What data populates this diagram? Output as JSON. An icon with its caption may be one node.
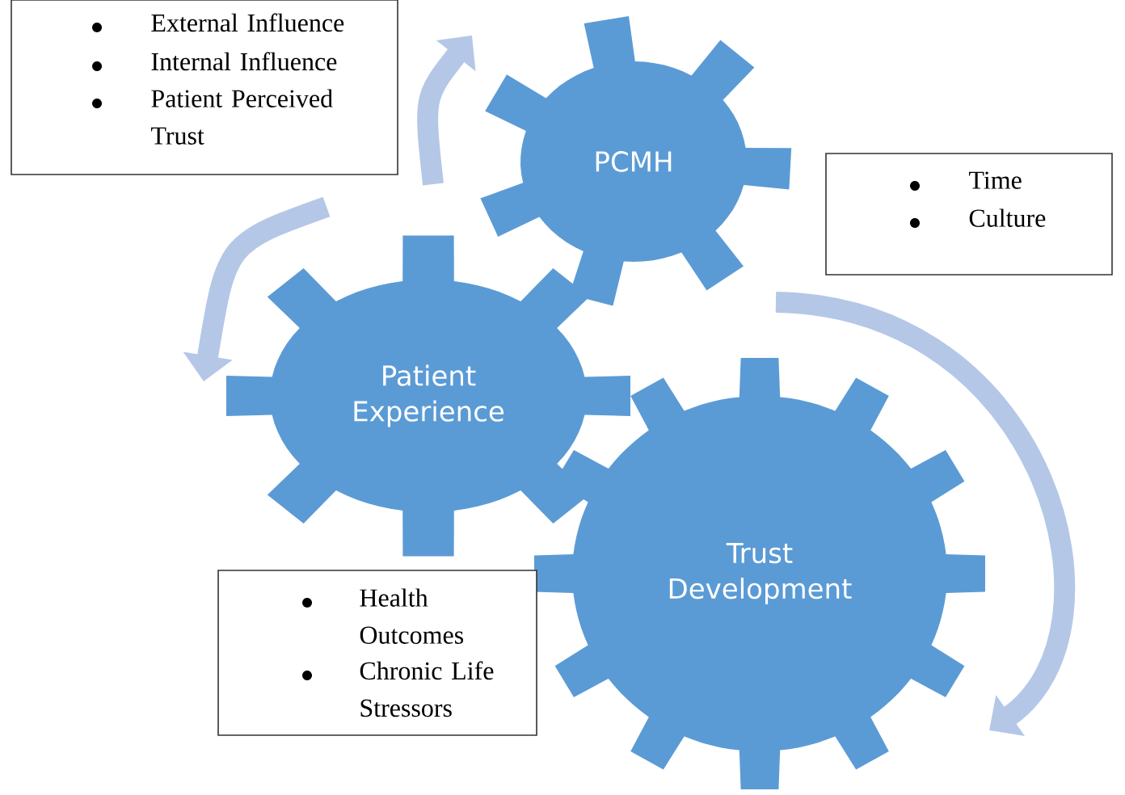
{
  "diagram": {
    "nodes": [
      {
        "text": [
          "PCMH"
        ]
      },
      {
        "text": [
          "Patient Experience"
        ]
      },
      {
        "text": [
          "Trust Development"
        ]
      },
      {
        "text": [
          "External Influence",
          "Internal Influence",
          "Patient Perceived Trust"
        ]
      },
      {
        "text": [
          "Time",
          "Culture"
        ]
      },
      {
        "text": [
          "Health Outcomes",
          "Chronic Life Stressors"
        ]
      }
    ]
  }
}
